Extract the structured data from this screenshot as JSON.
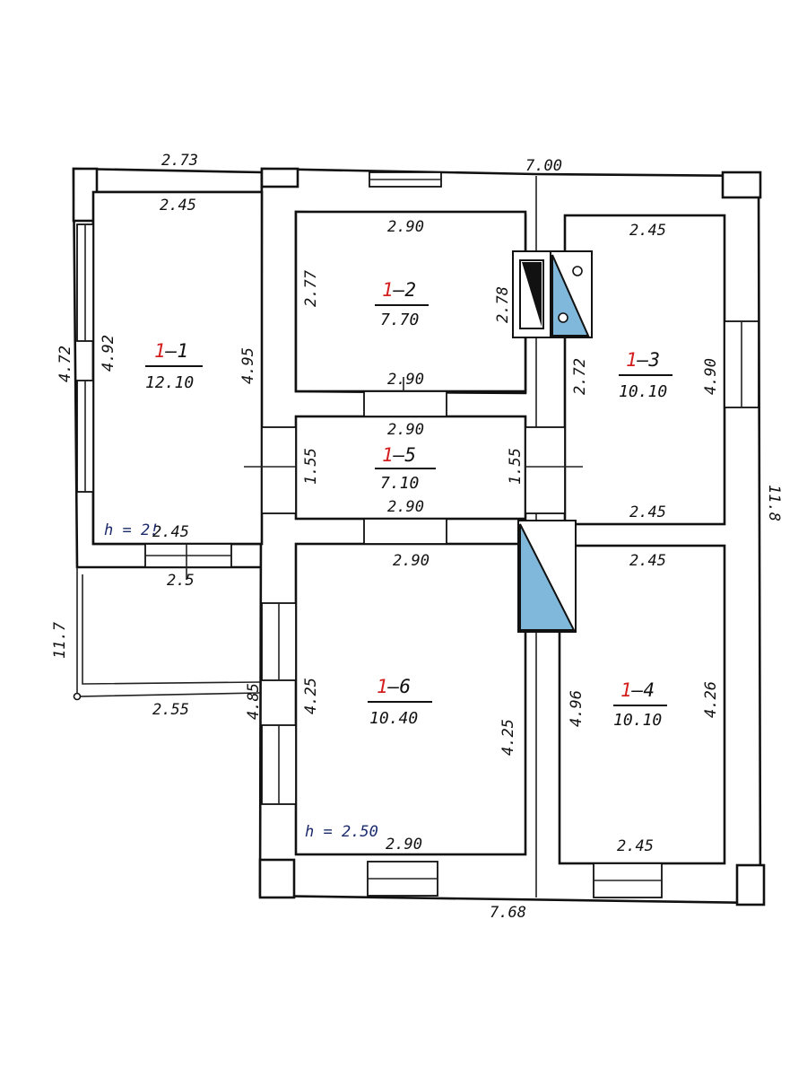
{
  "colors": {
    "line": "#111111",
    "accent": "#d41e1e",
    "fixture": "#7fb8da",
    "note": "#1a2a6c"
  },
  "rooms": [
    {
      "id": "1-1",
      "floor": "1",
      "num": "1",
      "area": "12.10"
    },
    {
      "id": "1-2",
      "floor": "1",
      "num": "2",
      "area": "7.70"
    },
    {
      "id": "1-3",
      "floor": "1",
      "num": "3",
      "area": "10.10"
    },
    {
      "id": "1-4",
      "floor": "1",
      "num": "4",
      "area": "10.10"
    },
    {
      "id": "1-5",
      "floor": "1",
      "num": "5",
      "area": "7.10"
    },
    {
      "id": "1-6",
      "floor": "1",
      "num": "6",
      "area": "10.40"
    }
  ],
  "dimensions": {
    "outer_top_left": "2.73",
    "outer_top_right": "7.00",
    "outer_left": "4.72",
    "outer_right": "11.8",
    "outer_bottom": "7.68",
    "outer_left_lower": "11.7",
    "porch_bottom": "2.55",
    "porch_right": "4.85",
    "r1_top": "2.45",
    "r1_left": "4.92",
    "r1_right": "4.95",
    "r1_bottom": "2.45",
    "r1_below": "2.5",
    "r2_top": "2.90",
    "r2_left": "2.77",
    "r2_right": "2.78",
    "r2_bottom": "2.90",
    "r3_top": "2.45",
    "r3_left": "2.72",
    "r3_right": "4.90",
    "r3_bottom": "2.45",
    "r5_top": "2.90",
    "r5_left": "1.55",
    "r5_right": "1.55",
    "r5_bottom": "2.90",
    "r6_top": "2.90",
    "r6_left": "4.25",
    "r6_right": "4.25",
    "r6_bottom": "2.90",
    "r4_top": "2.45",
    "r4_left": "4.96",
    "r4_right": "4.26",
    "r4_bottom": "2.45"
  },
  "notes": {
    "h_room1": "h = 2!",
    "h_room6": "h = 2.50"
  },
  "separator": "–"
}
